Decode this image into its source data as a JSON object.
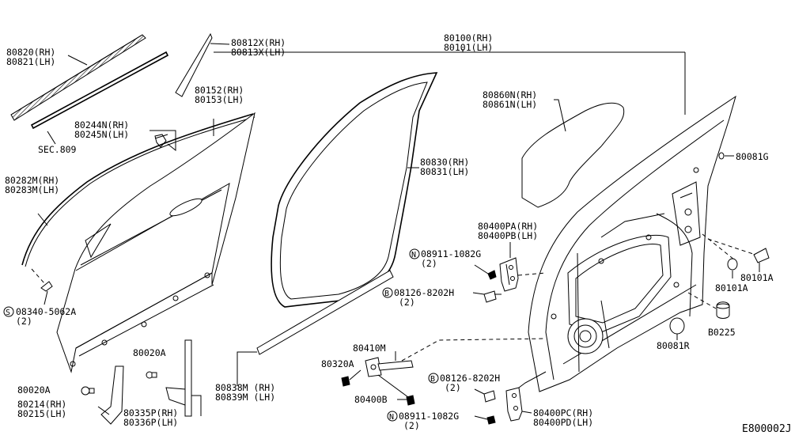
{
  "labels": {
    "l80820": "80820(RH)",
    "l80821": "80821(LH)",
    "sec809": "SEC.809",
    "l80812x": "80812X(RH)",
    "l80813x": "80813X(LH)",
    "l80152": "80152(RH)",
    "l80153": "80153(LH)",
    "l80244n": "80244N(RH)",
    "l80245n": "80245N(LH)",
    "l80282m": "80282M(RH)",
    "l80283m": "80283M(LH)",
    "l08340": "08340-5062A",
    "q08340": "(2)",
    "l80020a_top": "80020A",
    "l80020a_left": "80020A",
    "l80214": "80214(RH)",
    "l80215": "80215(LH)",
    "l80335p": "80335P(RH)",
    "l80336p": "80336P(LH)",
    "l80838m": "80838M (RH)",
    "l80839m": "80839M (LH)",
    "l80830": "80830(RH)",
    "l80831": "80831(LH)",
    "l80100": "80100(RH)",
    "l80101": "80101(LH)",
    "l80860n": "80860N(RH)",
    "l80861n": "80861N(LH)",
    "l80081g": "80081G",
    "l80400pa": "80400PA(RH)",
    "l80400pb": "80400PB(LH)",
    "l08911_top": "08911-1082G",
    "q08911_top": "(2)",
    "l08126_top": "08126-8202H",
    "q08126_top": "(2)",
    "l80410m": "80410M",
    "l80320a": "80320A",
    "l80400b": "80400B",
    "l08126_bot": "08126-8202H",
    "q08126_bot": "(2)",
    "l08911_bot": "08911-1082G",
    "q08911_bot": "(2)",
    "l80400pc": "80400PC(RH)",
    "l80400pd": "80400PD(LH)",
    "l80101a_a": "80101A",
    "l80101a_b": "80101A",
    "l80225": "B0225",
    "l80081r": "80081R",
    "code": "E800002J"
  },
  "symbols": {
    "s": "S",
    "n": "N",
    "b": "B"
  }
}
